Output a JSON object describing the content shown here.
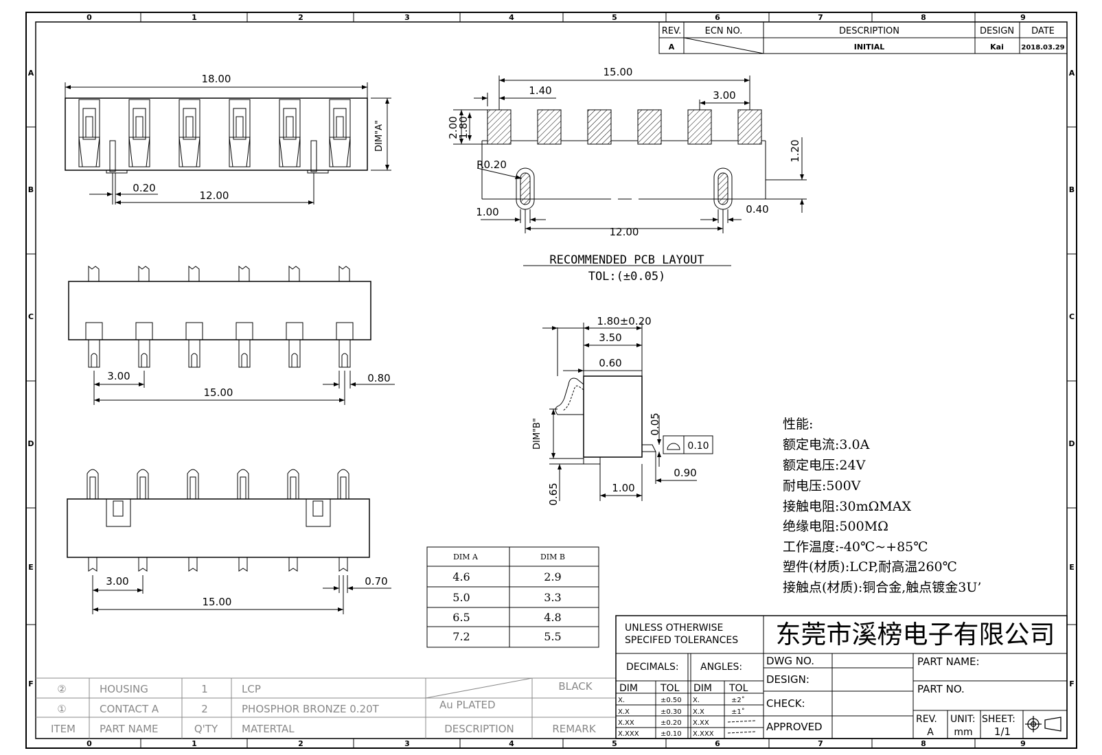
{
  "frame": {
    "col_labels": [
      "0",
      "1",
      "2",
      "3",
      "4",
      "5",
      "6",
      "7",
      "8",
      "9"
    ],
    "row_labels": [
      "A",
      "B",
      "C",
      "D",
      "E",
      "F"
    ]
  },
  "revision_block": {
    "headers": {
      "rev": "REV.",
      "ecn": "ECN NO.",
      "description": "DESCRIPTION",
      "design": "DESIGN",
      "date": "DATE"
    },
    "row": {
      "rev": "A",
      "description": "INITIAL",
      "design": "Kai",
      "date": "2018.03.29"
    }
  },
  "top_view": {
    "overall_width": "18.00",
    "pitch_marker": "0.20",
    "post_spacing": "12.00",
    "height_label": "DIM\"A\""
  },
  "pcb_layout": {
    "overall": "15.00",
    "edge_offset": "1.40",
    "pitch": "3.00",
    "pad_h_outer": "2.00",
    "pad_h_inner": "1.80",
    "slot_offset": "1.20",
    "radius": "R0.20",
    "slot_edge": "1.00",
    "slot_width": "0.40",
    "slot_spacing": "12.00",
    "title": "RECOMMENDED PCB LAYOUT",
    "tolerance": "TOL:(±0.05)"
  },
  "front_view_1": {
    "pitch": "3.00",
    "span": "15.00",
    "pin_width": "0.80"
  },
  "front_view_2": {
    "pitch": "3.00",
    "span": "15.00",
    "pin_width": "0.70"
  },
  "side_view": {
    "dim_a": "1.80±0.20",
    "dim_b": "3.50",
    "dim_c": "0.60",
    "dim_height": "DIM\"B\"",
    "coplanarity": "0.05",
    "flatness_value": "0.10",
    "foot": "0.90",
    "pin_len": "1.00",
    "bottom": "0.65"
  },
  "dim_table": {
    "headers": [
      "DIM A",
      "DIM B"
    ],
    "rows": [
      [
        "4.6",
        "2.9"
      ],
      [
        "5.0",
        "3.3"
      ],
      [
        "6.5",
        "4.8"
      ],
      [
        "7.2",
        "5.5"
      ]
    ]
  },
  "specs": [
    "性能:",
    "额定电流:3.0A",
    "额定电压:24V",
    "耐电压:500V",
    "接触电阻:30mΩMAX",
    "绝缘电阻:500MΩ",
    "工作温度:-40℃~+85℃",
    "塑件(材质):LCP,耐高温260℃",
    "接触点(材质):铜合金,触点镀金3U’"
  ],
  "parts_list": {
    "rows": [
      {
        "item": "②",
        "name": "HOUSING",
        "qty": "1",
        "material": "LCP",
        "description": "",
        "remark": "BLACK"
      },
      {
        "item": "①",
        "name": "CONTACT A",
        "qty": "2",
        "material": "PHOSPHOR BRONZE 0.20T",
        "description": "Au PLATED",
        "remark": ""
      }
    ],
    "header": {
      "item": "ITEM",
      "name": "PART NAME",
      "qty": "Q'TY",
      "material": "MATERTAL",
      "description": "DESCRIPTION",
      "remark": "REMARK"
    }
  },
  "title_block": {
    "tolerance_note_1": "UNLESS OTHERWISE",
    "tolerance_note_2": "SPECIFED TOLERANCES",
    "company": "东莞市溪榜电子有限公司",
    "decimals": "DECIMALS:",
    "angles": "ANGLES:",
    "dim": "DIM",
    "tol": "TOL",
    "decimal_rows": [
      [
        "X.",
        "±0.50"
      ],
      [
        "X.X",
        "±0.30"
      ],
      [
        "X.XX",
        "±0.20"
      ],
      [
        "X.XXX",
        "±0.10"
      ]
    ],
    "angle_rows": [
      [
        "X.",
        "±2˚"
      ],
      [
        "X.X",
        "±1˚"
      ],
      [
        "X.XX",
        ""
      ],
      [
        "X.XXX",
        ""
      ]
    ],
    "dwg_no": "DWG NO.",
    "design": "DESIGN:",
    "check": "CHECK:",
    "approved": "APPROVED",
    "part_name": "PART NAME:",
    "part_no": "PART NO.",
    "rev_label": "REV.",
    "rev_value": "A",
    "unit_label": "UNIT:",
    "unit_value": "mm",
    "sheet_label": "SHEET:",
    "sheet_value": "1/1"
  }
}
